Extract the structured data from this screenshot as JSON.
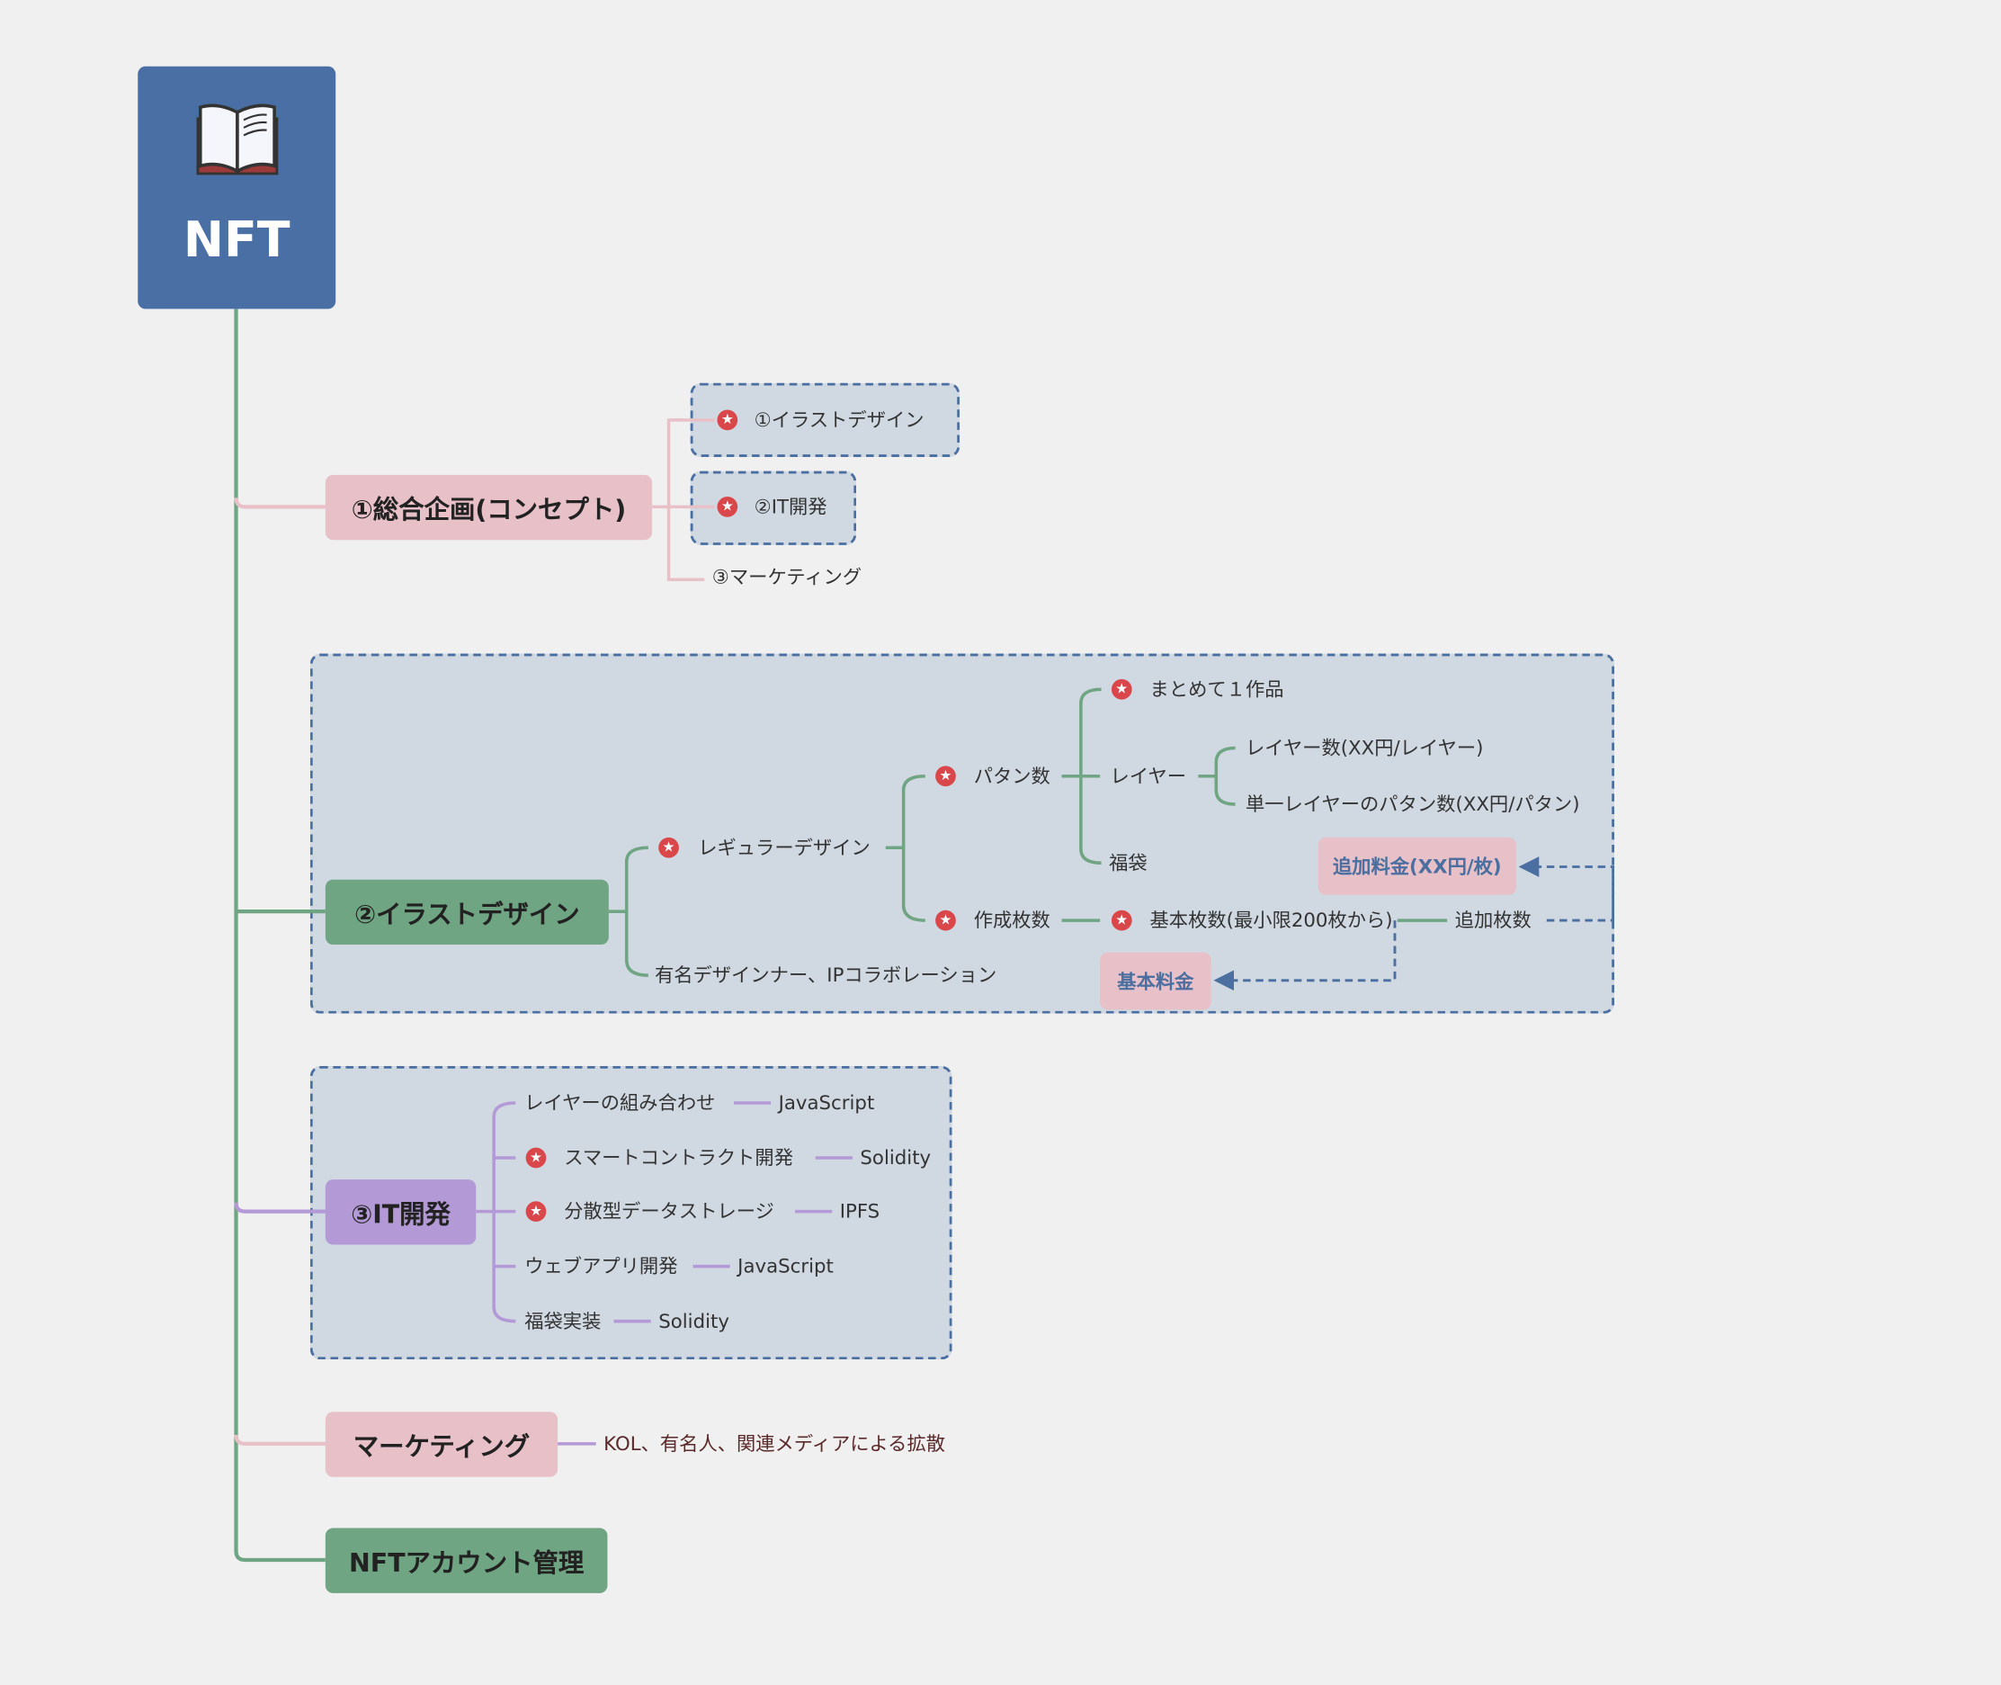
{
  "root": {
    "title": "NFT",
    "icon": "open-book-icon",
    "color": "#4a6fa5"
  },
  "colors": {
    "pink": "#e8c0c8",
    "green": "#6fa582",
    "purple": "#b39ad6",
    "blue_dash": "#4a6fa0",
    "star_red": "#d9474b"
  },
  "branches": {
    "concept": {
      "label": "①総合企画(コンセプト)",
      "children": [
        "①イラストデザイン",
        "②IT開発",
        "③マーケティング"
      ]
    },
    "illust": {
      "label": "②イラストデザイン",
      "regular": "レギュラーデザイン",
      "famous": "有名デザインナー、IPコラボレーション",
      "pattern": "パタン数",
      "matome": "まとめて１作品",
      "layer": "レイヤー",
      "layer_count": "レイヤー数(XX円/レイヤー)",
      "layer_pattern": "単一レイヤーのパタン数(XX円/パタン)",
      "fukubukuro": "福袋",
      "sakusei": "作成枚数",
      "kihon_count": "基本枚数(最小限200枚から)",
      "tsuika_count": "追加枚数",
      "tsuika_fee": "追加料金(XX円/枚)",
      "kihon_fee": "基本料金"
    },
    "it": {
      "label": "③IT開発",
      "items": [
        {
          "task": "レイヤーの組み合わせ",
          "tech": "JavaScript"
        },
        {
          "task": "スマートコントラクト開発",
          "tech": "Solidity"
        },
        {
          "task": "分散型データストレージ",
          "tech": "IPFS"
        },
        {
          "task": "ウェブアプリ開発",
          "tech": "JavaScript"
        },
        {
          "task": "福袋実装",
          "tech": "Solidity"
        }
      ]
    },
    "marketing": {
      "label": "マーケティング",
      "note": "KOL、有名人、関連メディアによる拡散"
    },
    "account": {
      "label": "NFTアカウント管理"
    }
  }
}
